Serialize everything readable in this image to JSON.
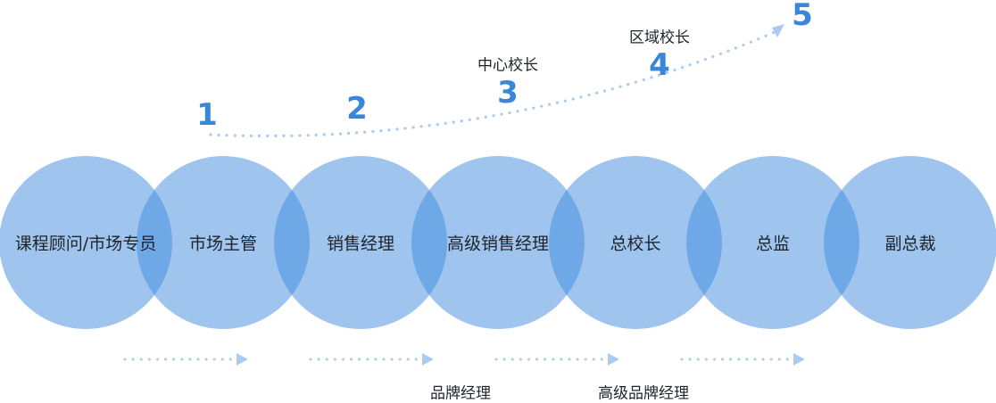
{
  "colors": {
    "circle": "#9fc5ef",
    "overlap": "#6ea8e6",
    "number": "#3a86d8",
    "dots": "#a9cbf2",
    "text": "#1f2329"
  },
  "circles": [
    "课程顾问/市场专员",
    "市场主管",
    "销售经理",
    "高级销售经理",
    "总校长",
    "总监",
    "副总裁"
  ],
  "steps": [
    {
      "number": "1",
      "title": ""
    },
    {
      "number": "2",
      "title": ""
    },
    {
      "number": "3",
      "title": "中心校长"
    },
    {
      "number": "4",
      "title": "区域校长"
    },
    {
      "number": "5",
      "title": ""
    }
  ],
  "branches": [
    "品牌经理",
    "高级品牌经理"
  ]
}
